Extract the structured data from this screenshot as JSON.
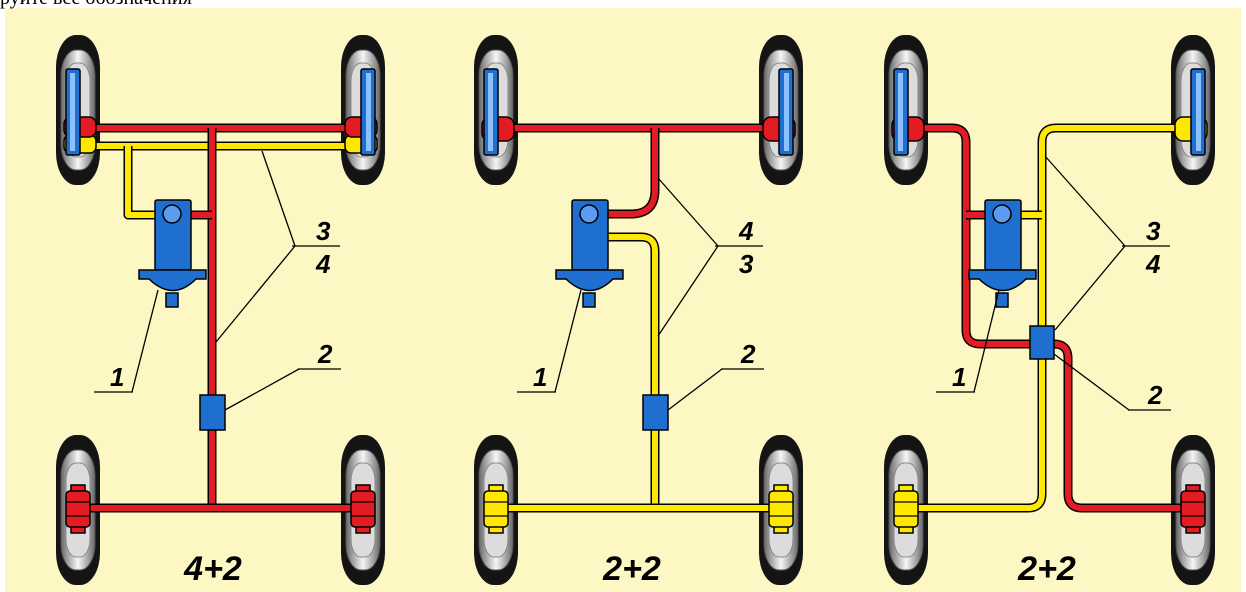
{
  "page": {
    "header_text": "руйте все обозначения"
  },
  "colors": {
    "background": "#fdf7c3",
    "circuit_red": "#e31b23",
    "circuit_yellow": "#ffe800",
    "component_blue": "#1f6fd1",
    "tire": "#141414"
  },
  "diagrams": [
    {
      "scheme_label": "4+2",
      "callouts": {
        "c1": "1",
        "c2": "2",
        "upper": "3",
        "lower": "4"
      }
    },
    {
      "scheme_label": "2+2",
      "callouts": {
        "c1": "1",
        "c2": "2",
        "upper": "4",
        "lower": "3"
      }
    },
    {
      "scheme_label": "2+2",
      "callouts": {
        "c1": "1",
        "c2": "2",
        "upper": "3",
        "lower": "4"
      }
    }
  ]
}
